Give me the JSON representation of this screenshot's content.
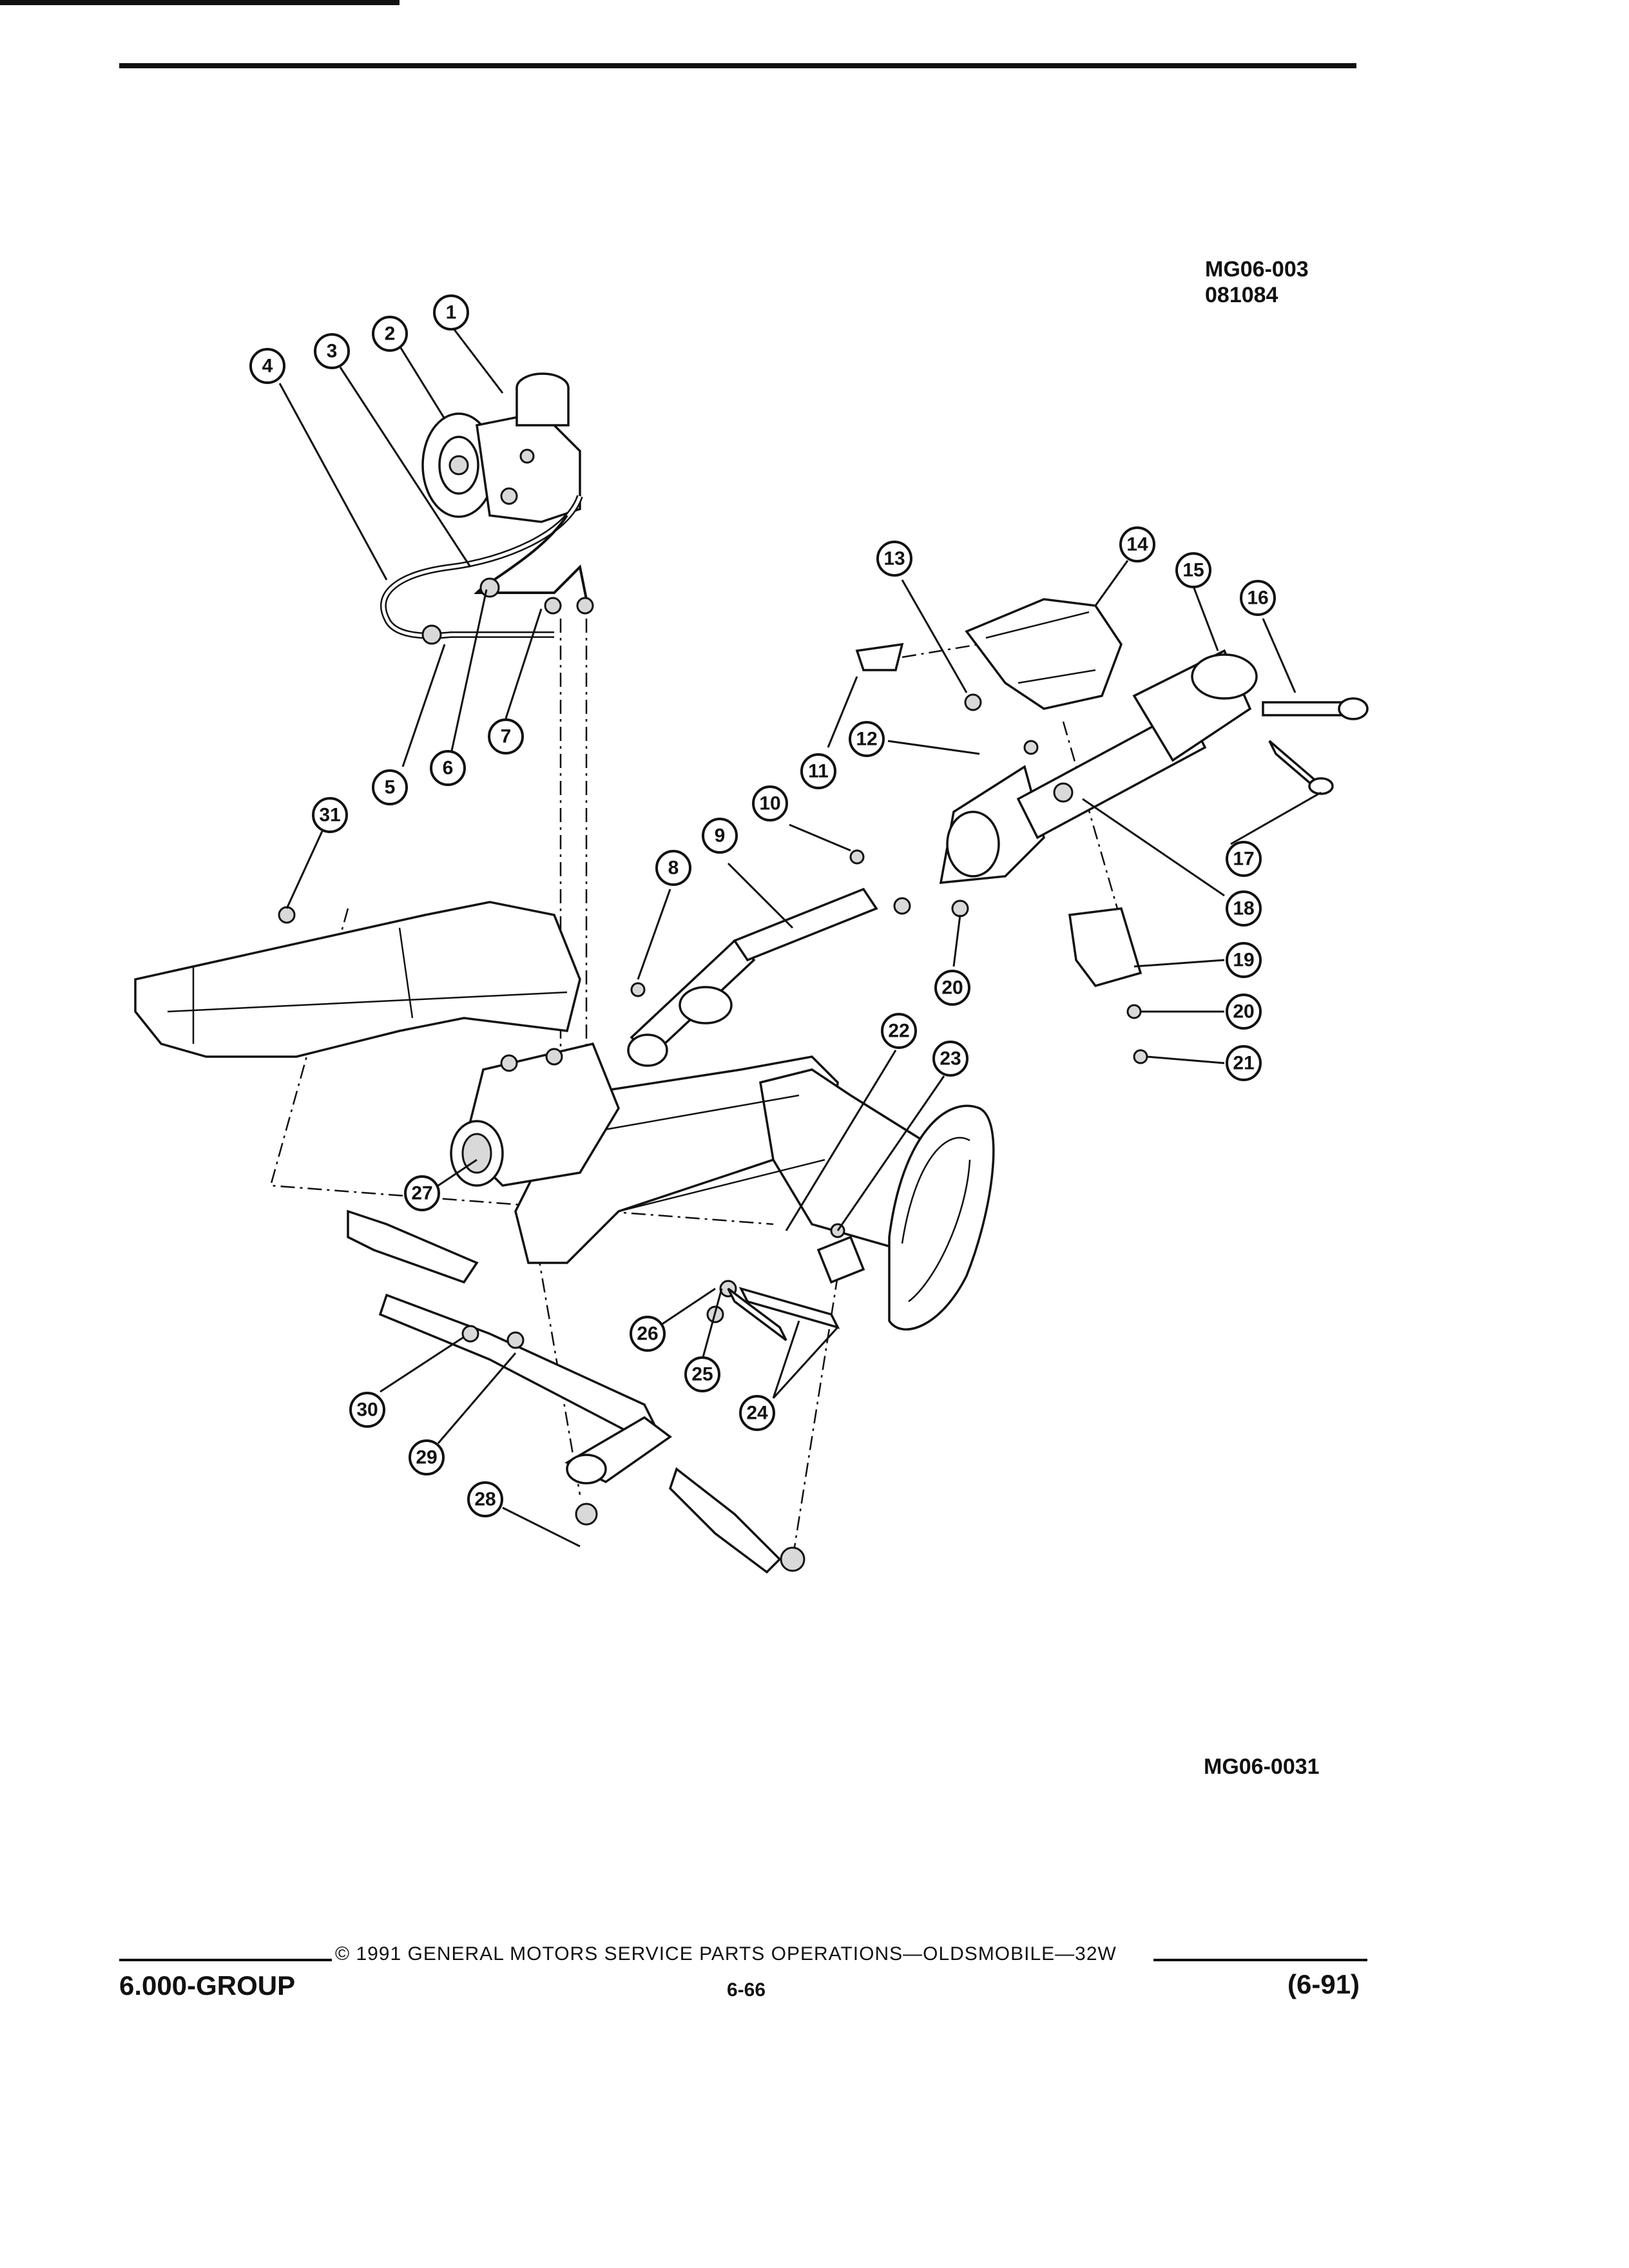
{
  "diagram_codes": {
    "top_line1": "MG06-003",
    "top_line2": "081084",
    "bottom": "MG06-0031"
  },
  "footer": {
    "copyright": "© 1991 GENERAL MOTORS SERVICE PARTS OPERATIONS—OLDSMOBILE—32W",
    "group": "6.000-GROUP",
    "page": "6-66",
    "date_code": "(6-91)"
  },
  "callouts": [
    "1",
    "2",
    "3",
    "4",
    "5",
    "6",
    "7",
    "8",
    "9",
    "10",
    "11",
    "12",
    "13",
    "14",
    "15",
    "16",
    "17",
    "18",
    "19",
    "20",
    "20",
    "21",
    "22",
    "23",
    "24",
    "25",
    "26",
    "27",
    "28",
    "29",
    "30",
    "31"
  ]
}
